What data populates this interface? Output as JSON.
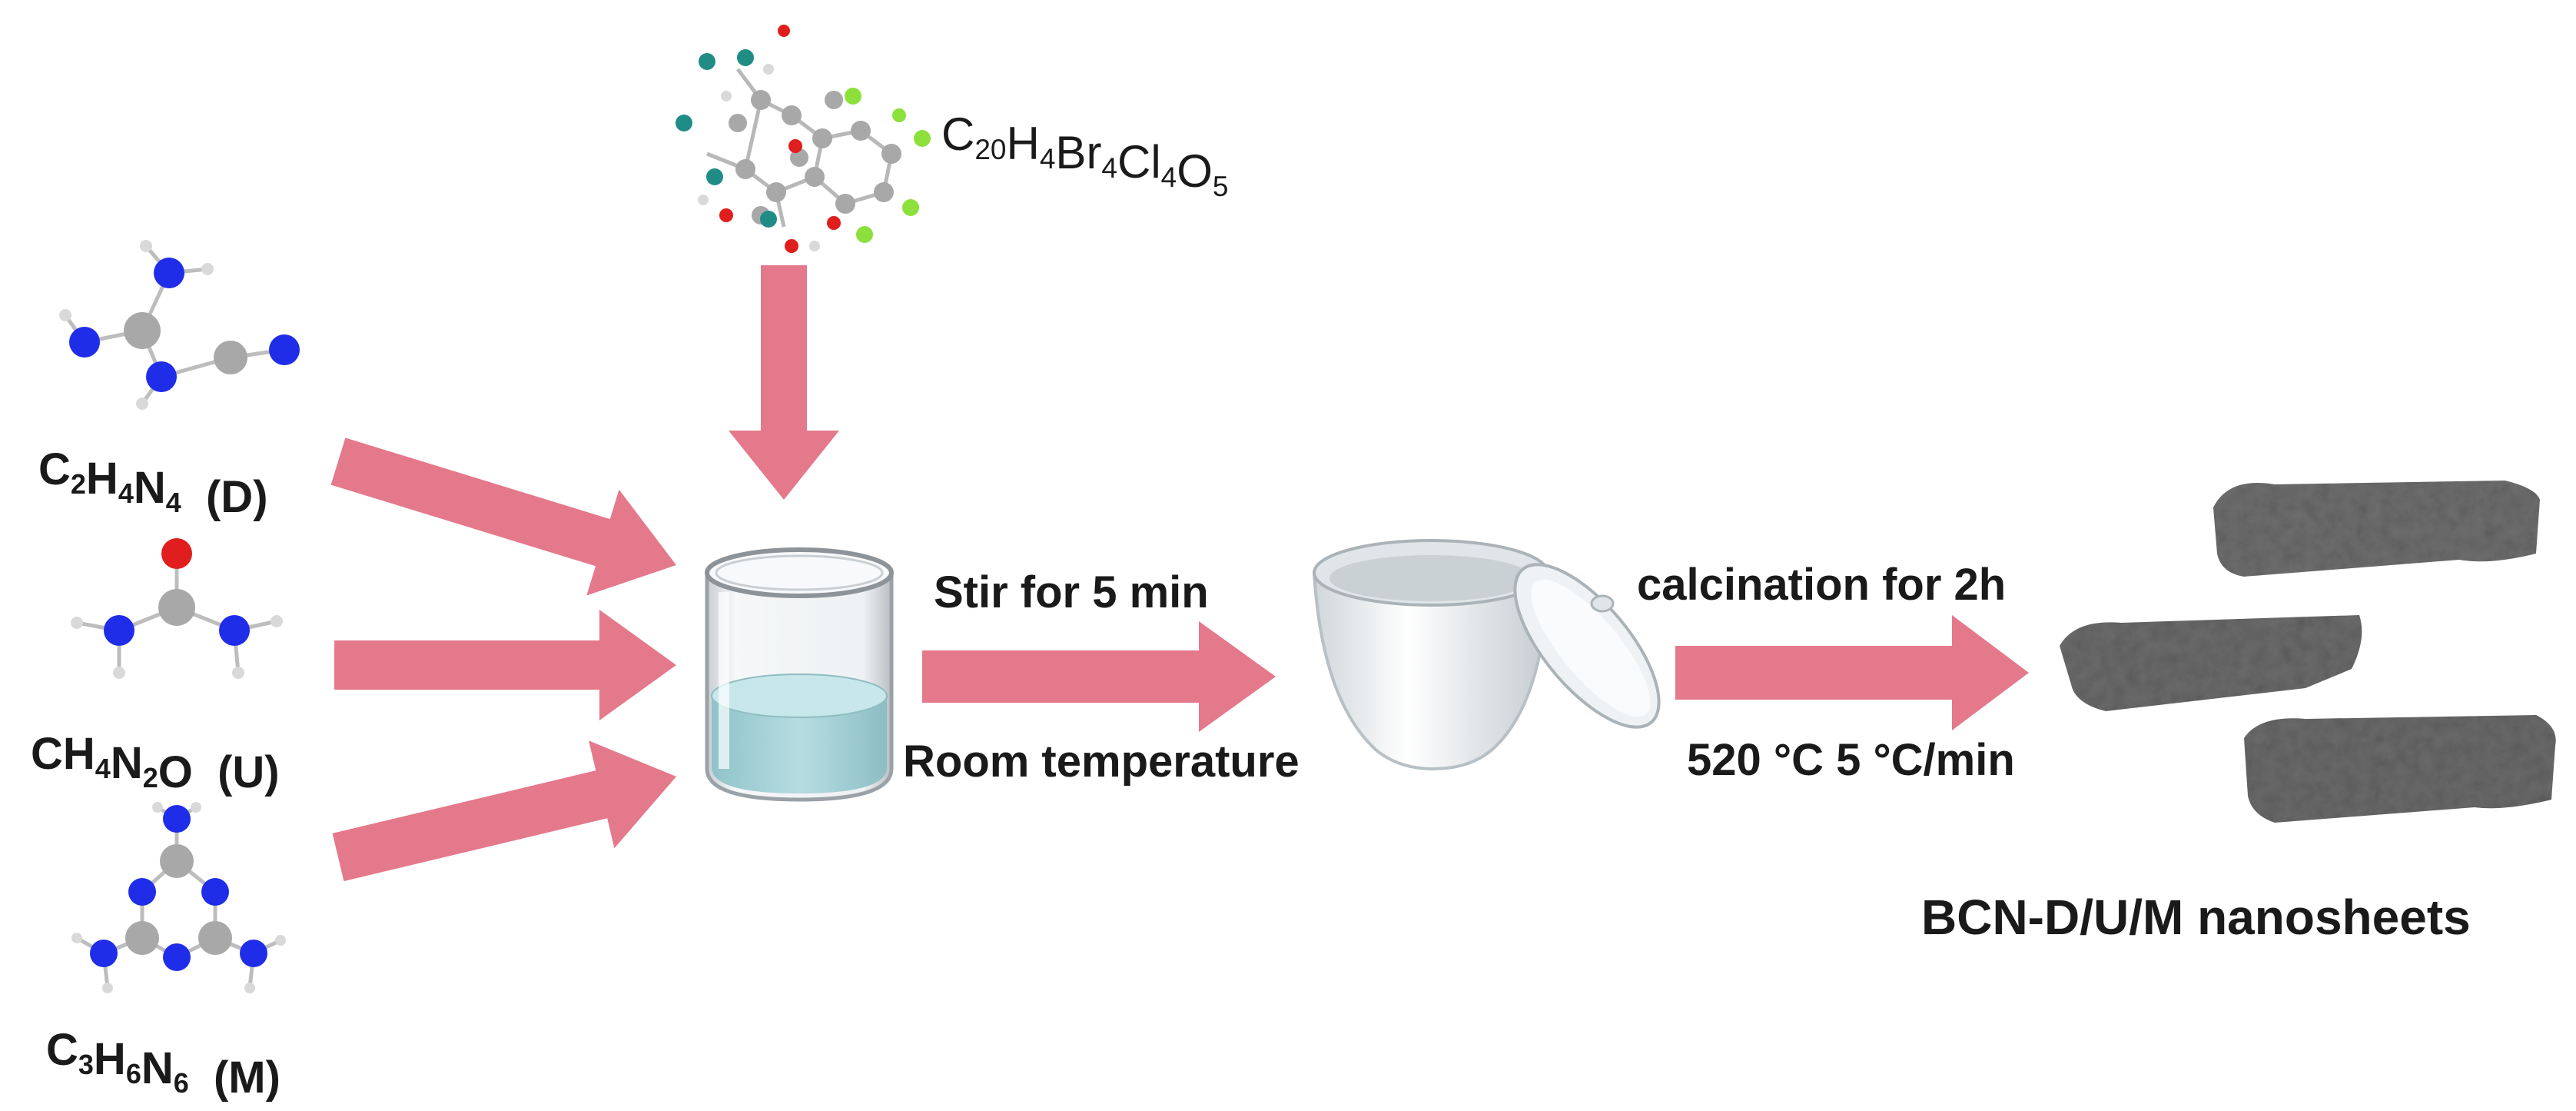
{
  "colors": {
    "arrow": "#E4798B",
    "nitrogen": "#1F2DE8",
    "carbon": "#A8A8A8",
    "oxygen": "#E01E1E",
    "hydrogen": "#D9D9D9",
    "bromine": "#1F8C86",
    "chlorine": "#8CE03C",
    "liquid": "#A9D6DB",
    "crucible": "#EEF2F4",
    "nanosheet": "#6E6E6E"
  },
  "precursors": {
    "dopant": {
      "formula": {
        "base": "C",
        "parts": [
          [
            "C",
            "20"
          ],
          [
            "H",
            "4"
          ],
          [
            "Br",
            "4"
          ],
          [
            "Cl",
            "4"
          ],
          [
            "O",
            "5"
          ]
        ]
      }
    },
    "dicyandiamide": {
      "parts": [
        [
          "C",
          "2"
        ],
        [
          "H",
          "4"
        ],
        [
          "N",
          "4"
        ]
      ],
      "tag": "(D)"
    },
    "urea": {
      "parts": [
        [
          "C",
          ""
        ],
        [
          "H",
          "4"
        ],
        [
          "N",
          "2"
        ],
        [
          "O",
          ""
        ]
      ],
      "tag": "(U)"
    },
    "melamine": {
      "parts": [
        [
          "C",
          "3"
        ],
        [
          "H",
          "6"
        ],
        [
          "N",
          "6"
        ]
      ],
      "tag": "(M)"
    }
  },
  "steps": {
    "stir": "Stir for 5 min",
    "room": "Room temperature",
    "calcination": "calcination for 2h",
    "temperature": "520 °C 5 °C/min"
  },
  "product": {
    "label": "BCN-D/U/M nanosheets"
  }
}
